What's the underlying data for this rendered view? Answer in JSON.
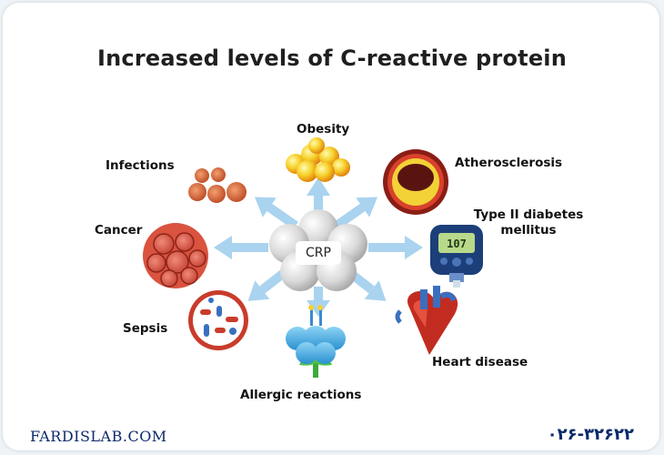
{
  "title": "Increased levels of C-reactive protein",
  "center_label": "CRP",
  "labels": {
    "obesity": "Obesity",
    "infections": "Infections",
    "atherosclerosis": "Atherosclerosis",
    "diabetes_line1": "Type II diabetes",
    "diabetes_line2": "mellitus",
    "cancer": "Cancer",
    "sepsis": "Sepsis",
    "allergic": "Allergic reactions",
    "heart": "Heart disease"
  },
  "glucometer_reading": "107",
  "footer": {
    "site": "FARDISLAB.COM",
    "phone": "۰۲۶-۳۲۶۲۲"
  },
  "colors": {
    "arrow": "#a9d3ef",
    "title": "#1f1f1f",
    "footer": "#0c2a6b"
  }
}
